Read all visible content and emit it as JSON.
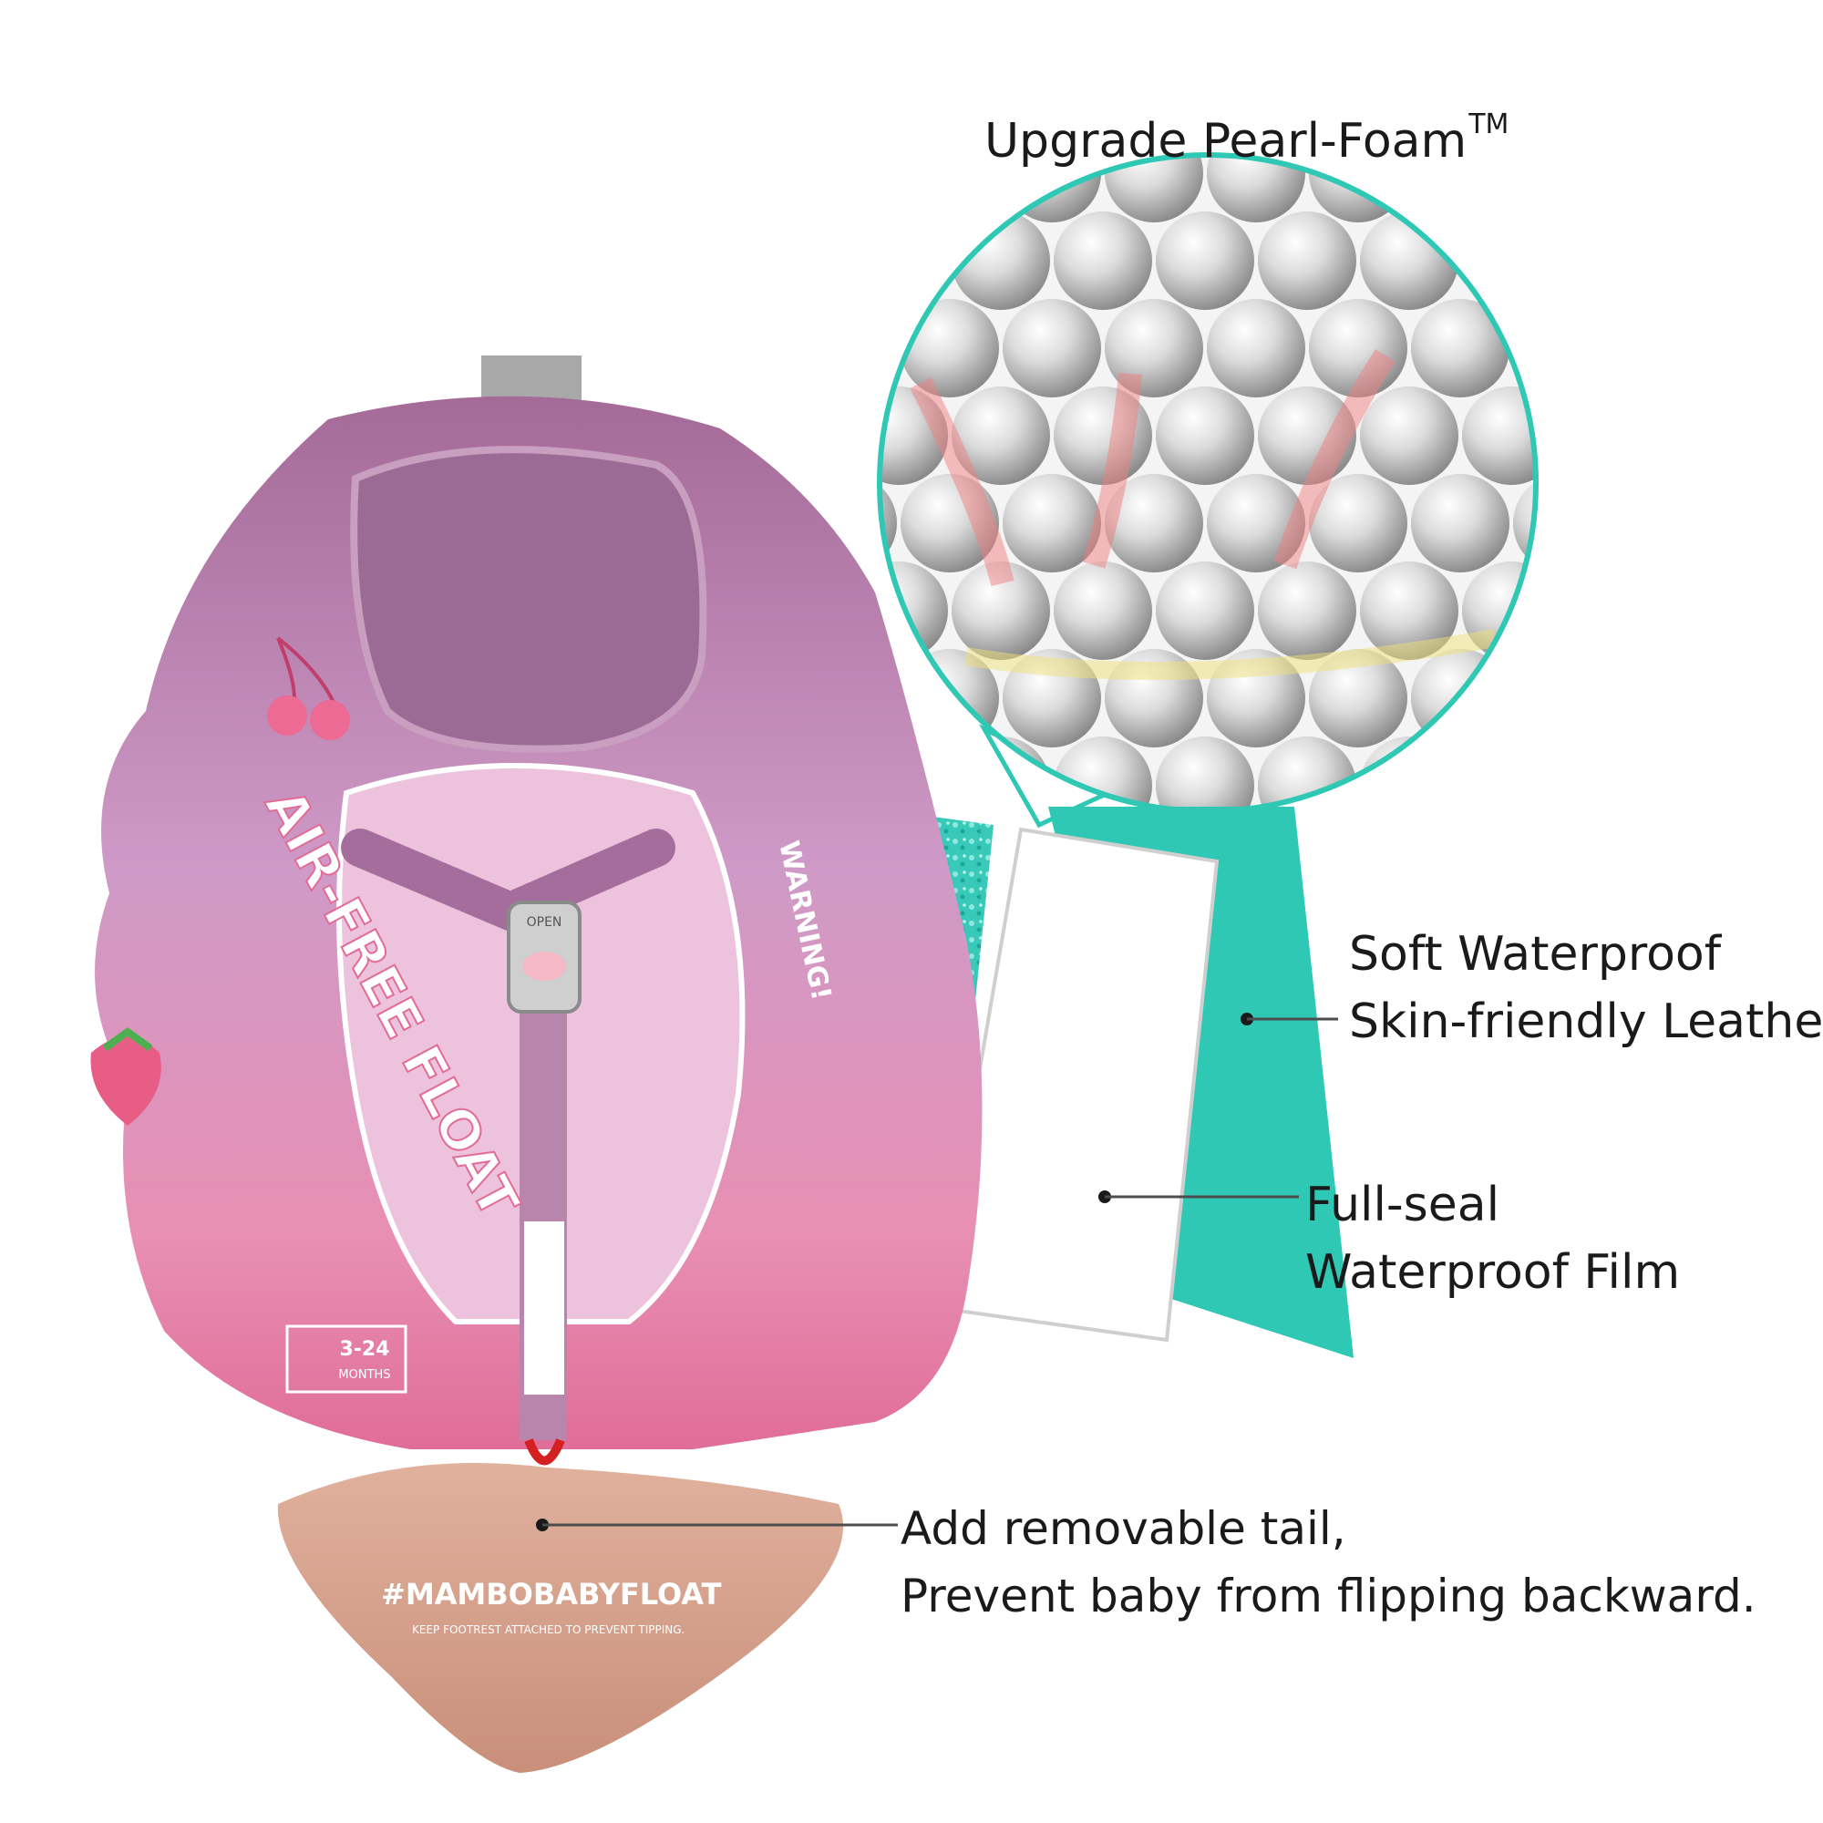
{
  "colors": {
    "float_purple": "#b27aa4",
    "float_pink": "#e77ea6",
    "headrest": "#9c6b95",
    "tail_tan": "#d9a690",
    "teal_layer": "#2fc8b4",
    "foam_bead": "#d4d4d4"
  },
  "callouts": {
    "title_main": "Upgrade Pearl-Foam",
    "title_mark": "TM",
    "leather_line1": "Soft Waterproof",
    "leather_line2": "Skin-friendly Leather",
    "film_line1": "Full-seal",
    "film_line2": "Waterproof Film",
    "tail_line1": "Add removable tail,",
    "tail_line2": "Prevent baby from flipping backward."
  },
  "product": {
    "brand_side": "AIR-FREE FLOAT",
    "warning": "WARNING!",
    "age_range": "3-24",
    "age_unit": "MONTHS",
    "buckle": "OPEN",
    "tail_hashtag": "#MAMBOBABYFLOAT",
    "tail_note": "KEEP FOOTREST ATTACHED TO PREVENT TIPPING."
  }
}
